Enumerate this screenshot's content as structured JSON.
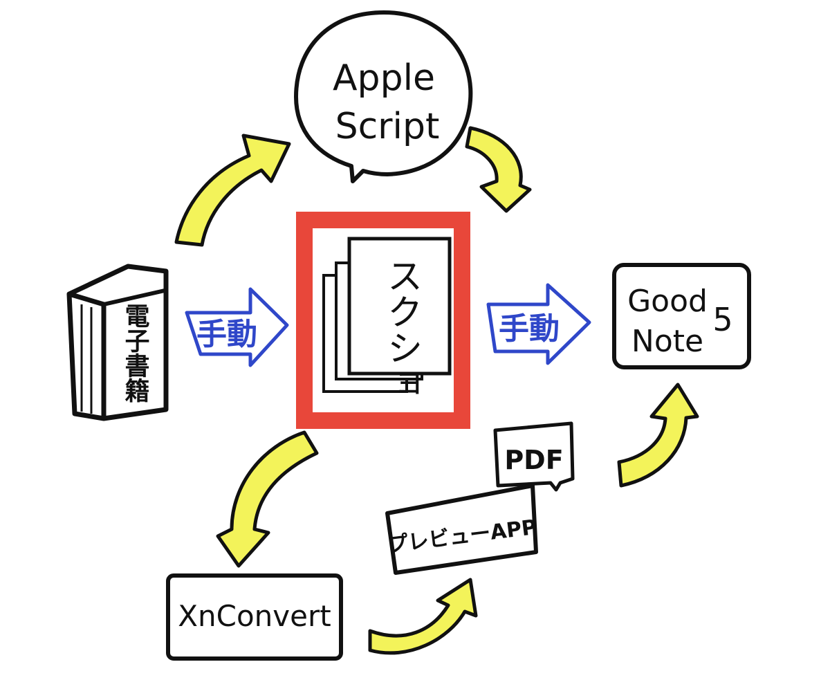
{
  "nodes": {
    "ebook": {
      "label": "電子書籍"
    },
    "applescript": {
      "line1": "Apple",
      "line2": "Script"
    },
    "screenshots": {
      "label": "スクショ"
    },
    "goodnotes": {
      "line1": "Good",
      "line2": "Note",
      "suffix": "5"
    },
    "xnconvert": {
      "label": "XnConvert"
    },
    "preview_app": {
      "label": "プレビューAPP"
    },
    "pdf_tag": {
      "label": "PDF"
    }
  },
  "edges": {
    "manual_left": {
      "label": "手動"
    },
    "manual_right": {
      "label": "手動"
    }
  },
  "colors": {
    "ink": "#111111",
    "highlight_frame": "#e8473a",
    "manual_arrow": "#2f47c9",
    "flow_arrow": "#f3f35a"
  }
}
